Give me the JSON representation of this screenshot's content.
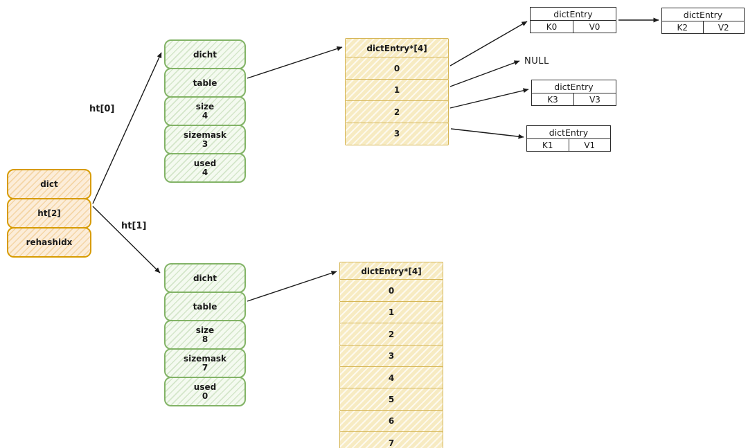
{
  "labels": {
    "ht0_arrow": "ht[0]",
    "ht1_arrow": "ht[1]",
    "null_target": "NULL"
  },
  "dict_box": {
    "rows": [
      "dict",
      "ht[2]",
      "rehashidx"
    ]
  },
  "ht_top": {
    "title": "dicht",
    "rows": [
      {
        "label": "table",
        "value": ""
      },
      {
        "label": "size",
        "value": "4"
      },
      {
        "label": "sizemask",
        "value": "3"
      },
      {
        "label": "used",
        "value": "4"
      }
    ]
  },
  "ht_bottom": {
    "title": "dicht",
    "rows": [
      {
        "label": "table",
        "value": ""
      },
      {
        "label": "size",
        "value": "8"
      },
      {
        "label": "sizemask",
        "value": "7"
      },
      {
        "label": "used",
        "value": "0"
      }
    ]
  },
  "bucket_top": {
    "header": "dictEntry*[4]",
    "slots": [
      "0",
      "1",
      "2",
      "3"
    ]
  },
  "bucket_bottom": {
    "header": "dictEntry*[4]",
    "slots": [
      "0",
      "1",
      "2",
      "3",
      "4",
      "5",
      "6",
      "7"
    ]
  },
  "entries": {
    "e0": {
      "title": "dictEntry",
      "key": "K0",
      "value": "V0"
    },
    "e2": {
      "title": "dictEntry",
      "key": "K2",
      "value": "V2"
    },
    "e3": {
      "title": "dictEntry",
      "key": "K3",
      "value": "V3"
    },
    "e1": {
      "title": "dictEntry",
      "key": "K1",
      "value": "V1"
    }
  },
  "colors": {
    "orange_stroke": "#d79b00",
    "orange_fill": "#fcedd9",
    "green_stroke": "#82b366",
    "green_fill": "#f4faf0",
    "yellow_stroke": "#d6b656",
    "yellow_fill": "#f7ebc2",
    "entry_stroke": "#2b2b2b",
    "arrow": "#1a1a1a"
  }
}
